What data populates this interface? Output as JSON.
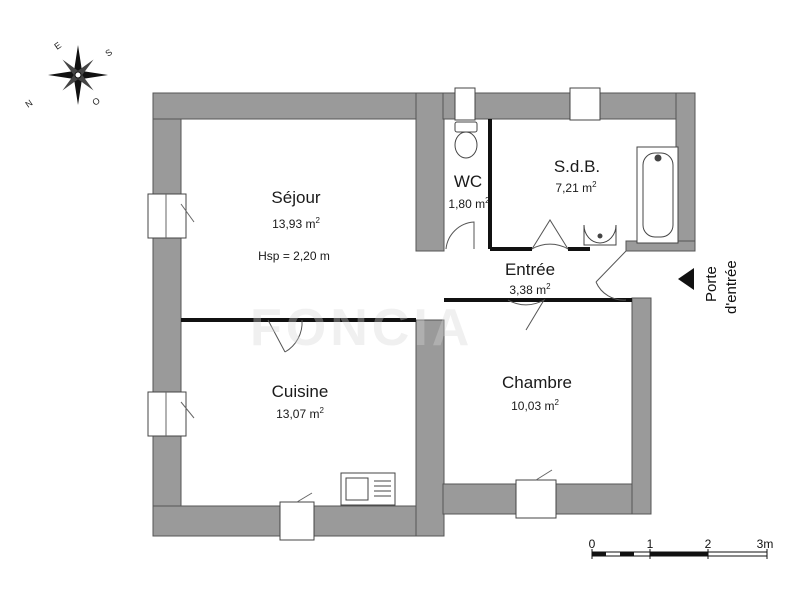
{
  "rooms": {
    "sejour": {
      "name": "Séjour",
      "area": "13,93 m",
      "hsp": "Hsp = 2,20 m"
    },
    "wc": {
      "name": "WC",
      "area": "1,80 m"
    },
    "sdb": {
      "name": "S.d.B.",
      "area": "7,21 m"
    },
    "entree": {
      "name": "Entrée",
      "area": "3,38 m"
    },
    "cuisine": {
      "name": "Cuisine",
      "area": "13,07 m"
    },
    "chambre": {
      "name": "Chambre",
      "area": "10,03 m"
    }
  },
  "area_unit_exponent": "2",
  "entry_door": {
    "line1": "Porte",
    "line2": "d'entrée"
  },
  "compass": {
    "letters": [
      "N",
      "E",
      "S",
      "O"
    ]
  },
  "scale_bar": {
    "labels": [
      "0",
      "1",
      "2",
      "3m"
    ]
  },
  "watermark": "FONCIA",
  "colors": {
    "wall": "#9a9a9a",
    "wall_outline": "#555555",
    "partition": "#111111"
  }
}
